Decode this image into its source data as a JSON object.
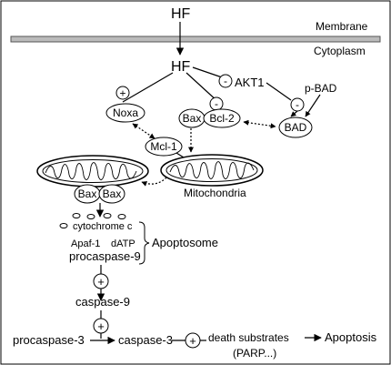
{
  "labels": {
    "hf_top": "HF",
    "membrane": "Membrane",
    "cytoplasm": "Cytoplasm",
    "hf_mid": "HF",
    "akt1": "AKT1",
    "p_bad": "p-BAD",
    "noxa": "Noxa",
    "bax_top": "Bax",
    "bcl2": "Bcl-2",
    "bad": "BAD",
    "mcl1": "Mcl-1",
    "mitochondria": "Mitochondria",
    "bax_left": "Bax",
    "bax_right": "Bax",
    "cytochrome_c": "cytochrome c",
    "apaf1": "Apaf-1",
    "datp": "dATP",
    "apoptosome": "Apoptosome",
    "procaspase9": "procaspase-9",
    "caspase9": "caspase-9",
    "procaspase3": "procaspase-3",
    "caspase3": "caspase-3",
    "death_substrates": "death substrates",
    "parp": "(PARP...)",
    "apoptosis": "Apoptosis"
  },
  "signs": {
    "plus": "+",
    "minus": "-"
  }
}
